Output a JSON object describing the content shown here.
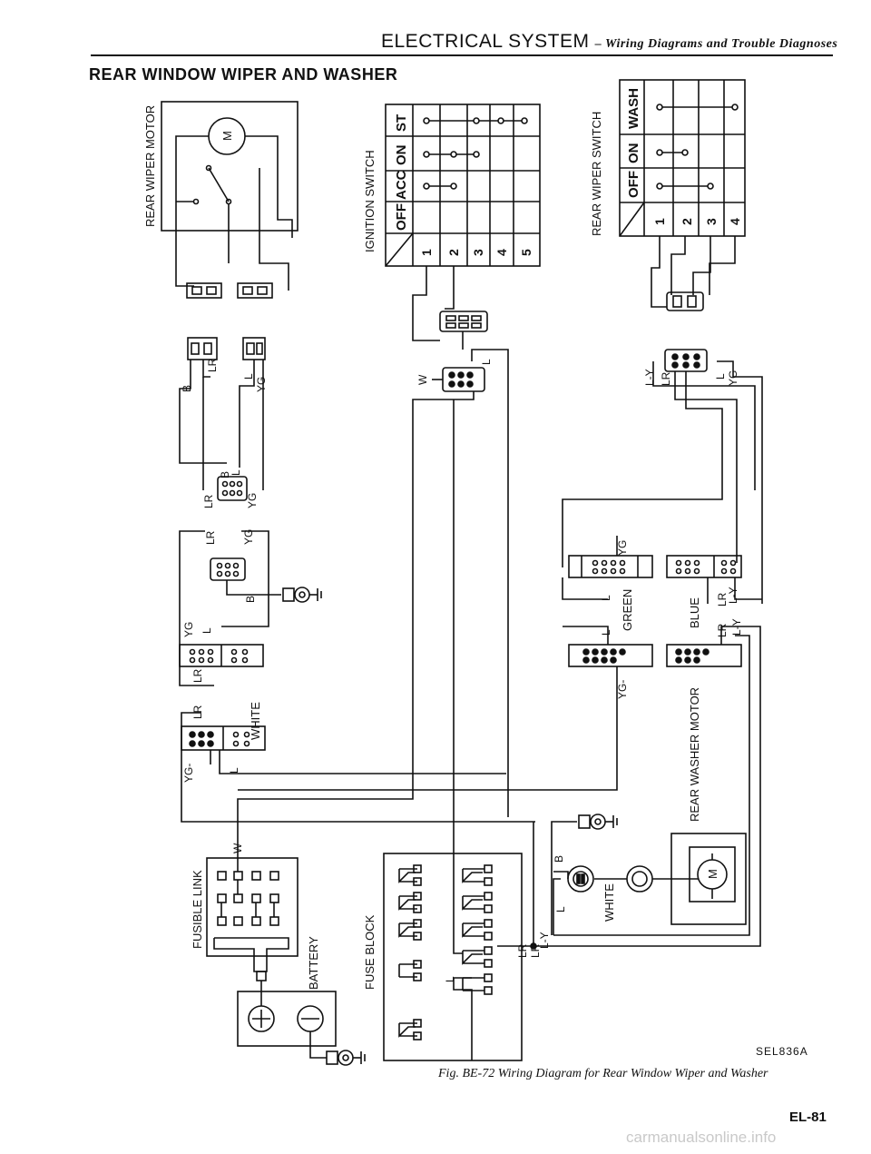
{
  "header": {
    "section": "ELECTRICAL SYSTEM",
    "subtitle": "– Wiring Diagrams and Trouble Diagnoses"
  },
  "title": "REAR WINDOW WIPER AND WASHER",
  "components": {
    "rear_wiper_motor": "REAR WIPER MOTOR",
    "ignition_switch": "IGNITION SWITCH",
    "rear_wiper_switch": "REAR WIPER SWITCH",
    "fusible_link": "FUSIBLE LINK",
    "battery": "BATTERY",
    "fuse_block": "FUSE BLOCK",
    "rear_washer_motor": "REAR WASHER MOTOR",
    "motor_symbol": "M"
  },
  "ignition_switch": {
    "positions": [
      "ST",
      "ON",
      "ACC",
      "OFF"
    ],
    "terminals": [
      "1",
      "2",
      "3",
      "4",
      "5"
    ]
  },
  "wiper_switch": {
    "positions": [
      "WASH",
      "ON",
      "OFF"
    ],
    "terminals": [
      "1",
      "2",
      "3",
      "4"
    ]
  },
  "wire_colors": {
    "b": "B",
    "lr": "LR",
    "l": "L",
    "yg": "YG",
    "w": "W",
    "ly": "LY",
    "ly_dash": "L-Y",
    "yg_dash": "YG-"
  },
  "connector_colors": {
    "white": "WHITE",
    "green": "GREEN",
    "blue": "BLUE"
  },
  "code": "SEL836A",
  "caption": "Fig. BE-72  Wiring Diagram for Rear Window Wiper and Washer",
  "page_number": "EL-81",
  "watermark": "carmanualsonline.info"
}
